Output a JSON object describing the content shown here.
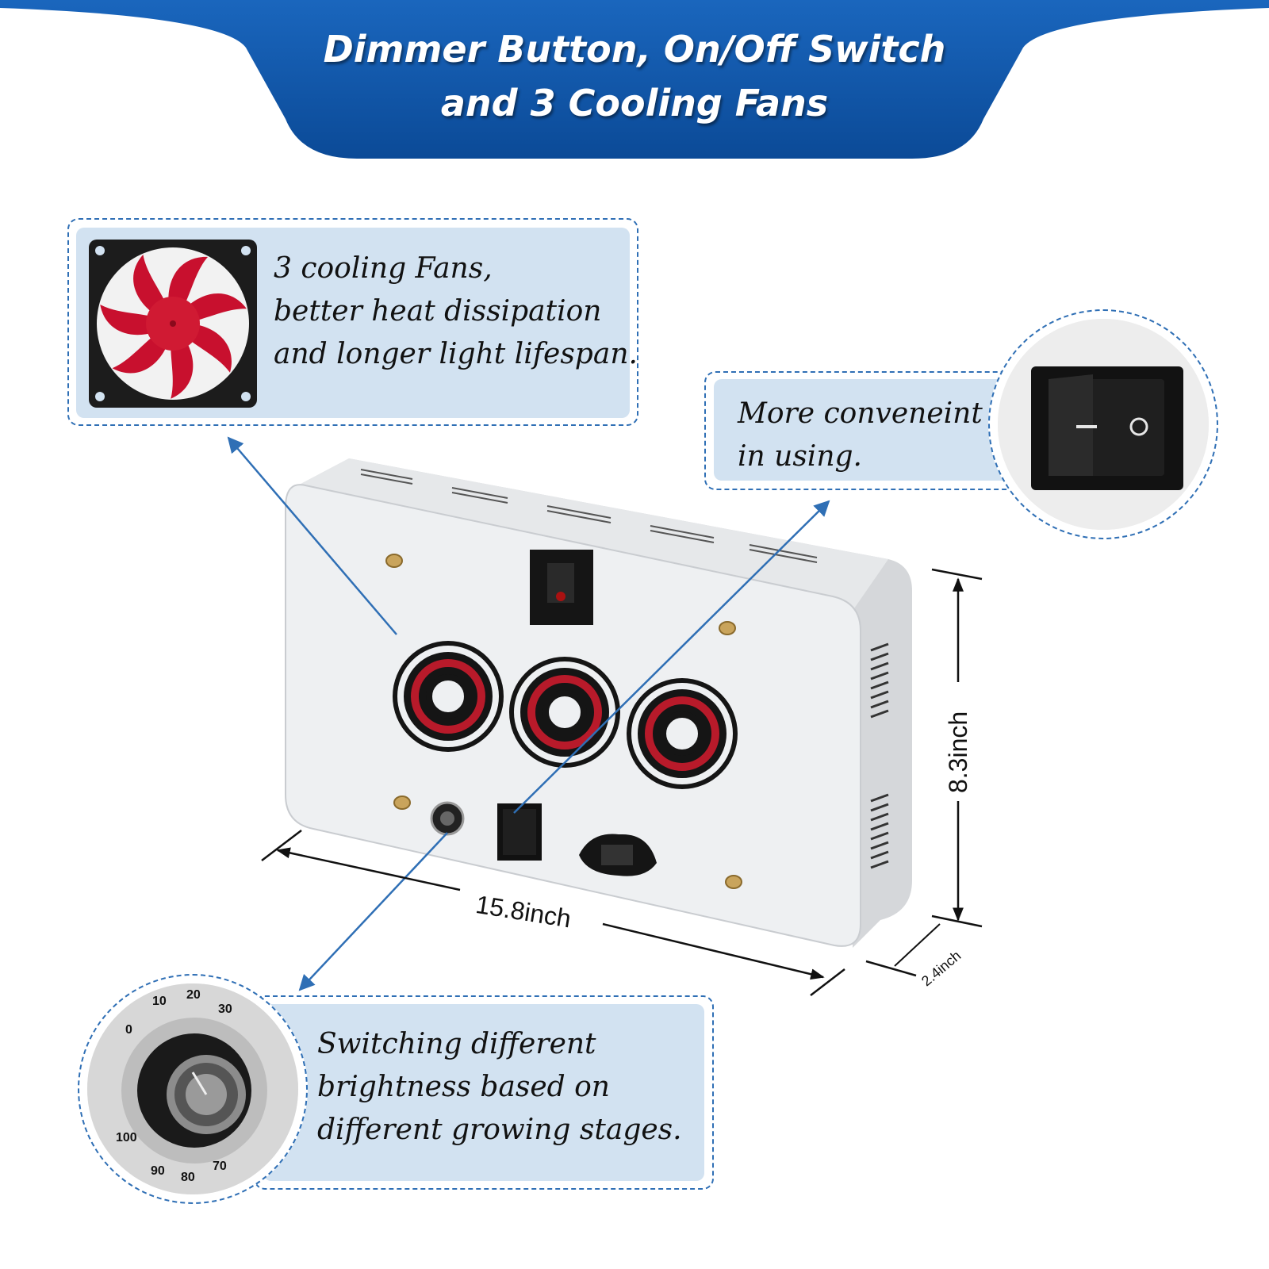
{
  "banner": {
    "title_line1": "Dimmer Button, On/Off Switch",
    "title_line2": "and 3 Cooling Fans",
    "color": "#0d55a8"
  },
  "callouts": {
    "fans": {
      "line1": "3 cooling Fans,",
      "line2": "better heat dissipation",
      "line3": "and longer light lifespan.",
      "icon": "cooling-fan-icon"
    },
    "switch": {
      "line1": "More conveneint",
      "line2": "in using.",
      "icon": "rocker-switch-icon"
    },
    "dimmer": {
      "line1": "Switching different",
      "line2": "brightness based on",
      "line3": "different growing stages.",
      "icon": "dimmer-knob-icon",
      "dial_marks": [
        "0",
        "10",
        "20",
        "30",
        "70",
        "80",
        "90",
        "100"
      ]
    }
  },
  "dimensions": {
    "width": "15.8inch",
    "height": "8.3inch",
    "depth": "2.4inch"
  },
  "colors": {
    "accent": "#2f6fb5",
    "callout_fill": "#d2e2f1",
    "fan_red": "#c8102e"
  }
}
